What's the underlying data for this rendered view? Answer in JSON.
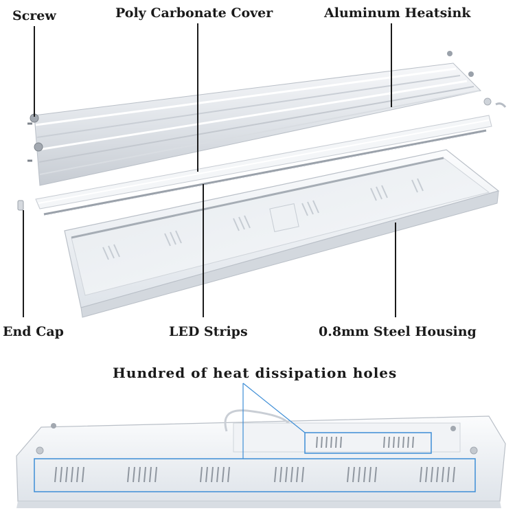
{
  "labels": {
    "screw": "Screw",
    "cover": "Poly Carbonate Cover",
    "heatsink": "Aluminum Heatsink",
    "end_cap": "End Cap",
    "led_strips": "LED Strips",
    "housing": "0.8mm Steel Housing"
  },
  "caption": "Hundred of heat dissipation holes",
  "colors": {
    "callout_line": "#1a1a1a",
    "highlight_box": "#3c8dd6",
    "metal": "#e9ecef",
    "housing": "#f3f5f7"
  }
}
